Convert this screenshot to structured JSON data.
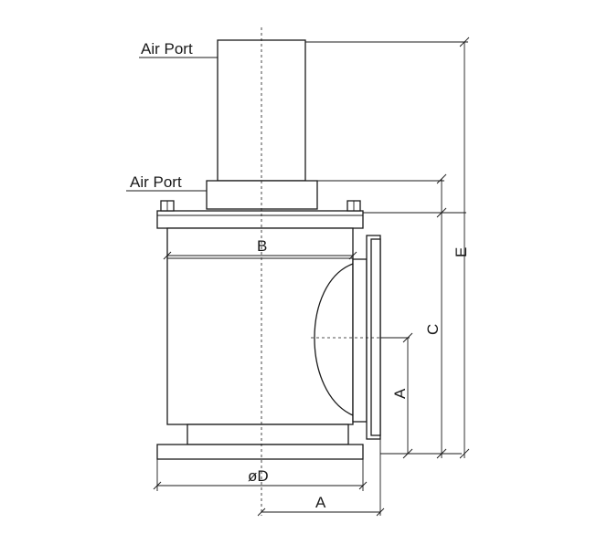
{
  "labels": {
    "air_port_top": "Air Port",
    "air_port_bottom": "Air Port",
    "dim_b": "B",
    "dim_e": "E",
    "dim_c": "C",
    "dim_a_vertical": "A",
    "dim_d": "øD",
    "dim_a_horizontal": "A"
  }
}
